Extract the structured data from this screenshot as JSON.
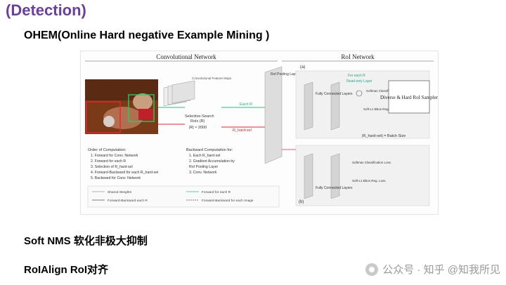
{
  "slide": {
    "title": "(Detection)",
    "heading": "OHEM(Online Hard negative Example Mining )",
    "bullets": [
      "Soft NMS 软化非极大抑制",
      "RoIAlign RoI对齐"
    ]
  },
  "figure": {
    "conv_title": "Convolutional Network",
    "roi_title": "RoI Network",
    "label_a": "(a)",
    "label_b": "(b)",
    "conv_feature_maps": "Convolutional Feature Maps",
    "selective_search": "Selective-Search",
    "rois": "RoIs (R)",
    "r_count": "|R| ≈ 2000",
    "each_r": "Each R",
    "r_hard_sel": "R_hard-sel",
    "roi_pooling": "RoI Pooling Layer",
    "fc_layers": "Fully Connected Layers",
    "for_each_r": "For each R",
    "read_only_layer": "Read-only Layer",
    "softmax_cls_loss": "Softmax Classification Loss",
    "smooth_l1": "Soft-L1 Bbox Reg. Loss",
    "sampler": "Diverse & Hard RoI Sampler",
    "batch_size": "|R_hard-sel| = Batch Size",
    "order_title": "Order of Computation:",
    "order_steps": [
      "1. Forward for Conv. Network",
      "2. Forward for each R",
      "3. Selection of R_hard-sel",
      "4. Forward-Backward for each R_hard-sel",
      "5. Backward for Conv. Network"
    ],
    "backward_title": "Backward Computation for:",
    "backward_steps": [
      "1. Each R_hard-sel",
      "2. Gradient Accumulation by",
      "RoI Pooling Layer",
      "3. Conv. Network"
    ],
    "legend": [
      "Shared Weights",
      "Forward for each R",
      "Forward-Backward each R",
      "Forward-Backward for each Image"
    ]
  },
  "watermark": "公众号 · 知乎 @知我所见"
}
